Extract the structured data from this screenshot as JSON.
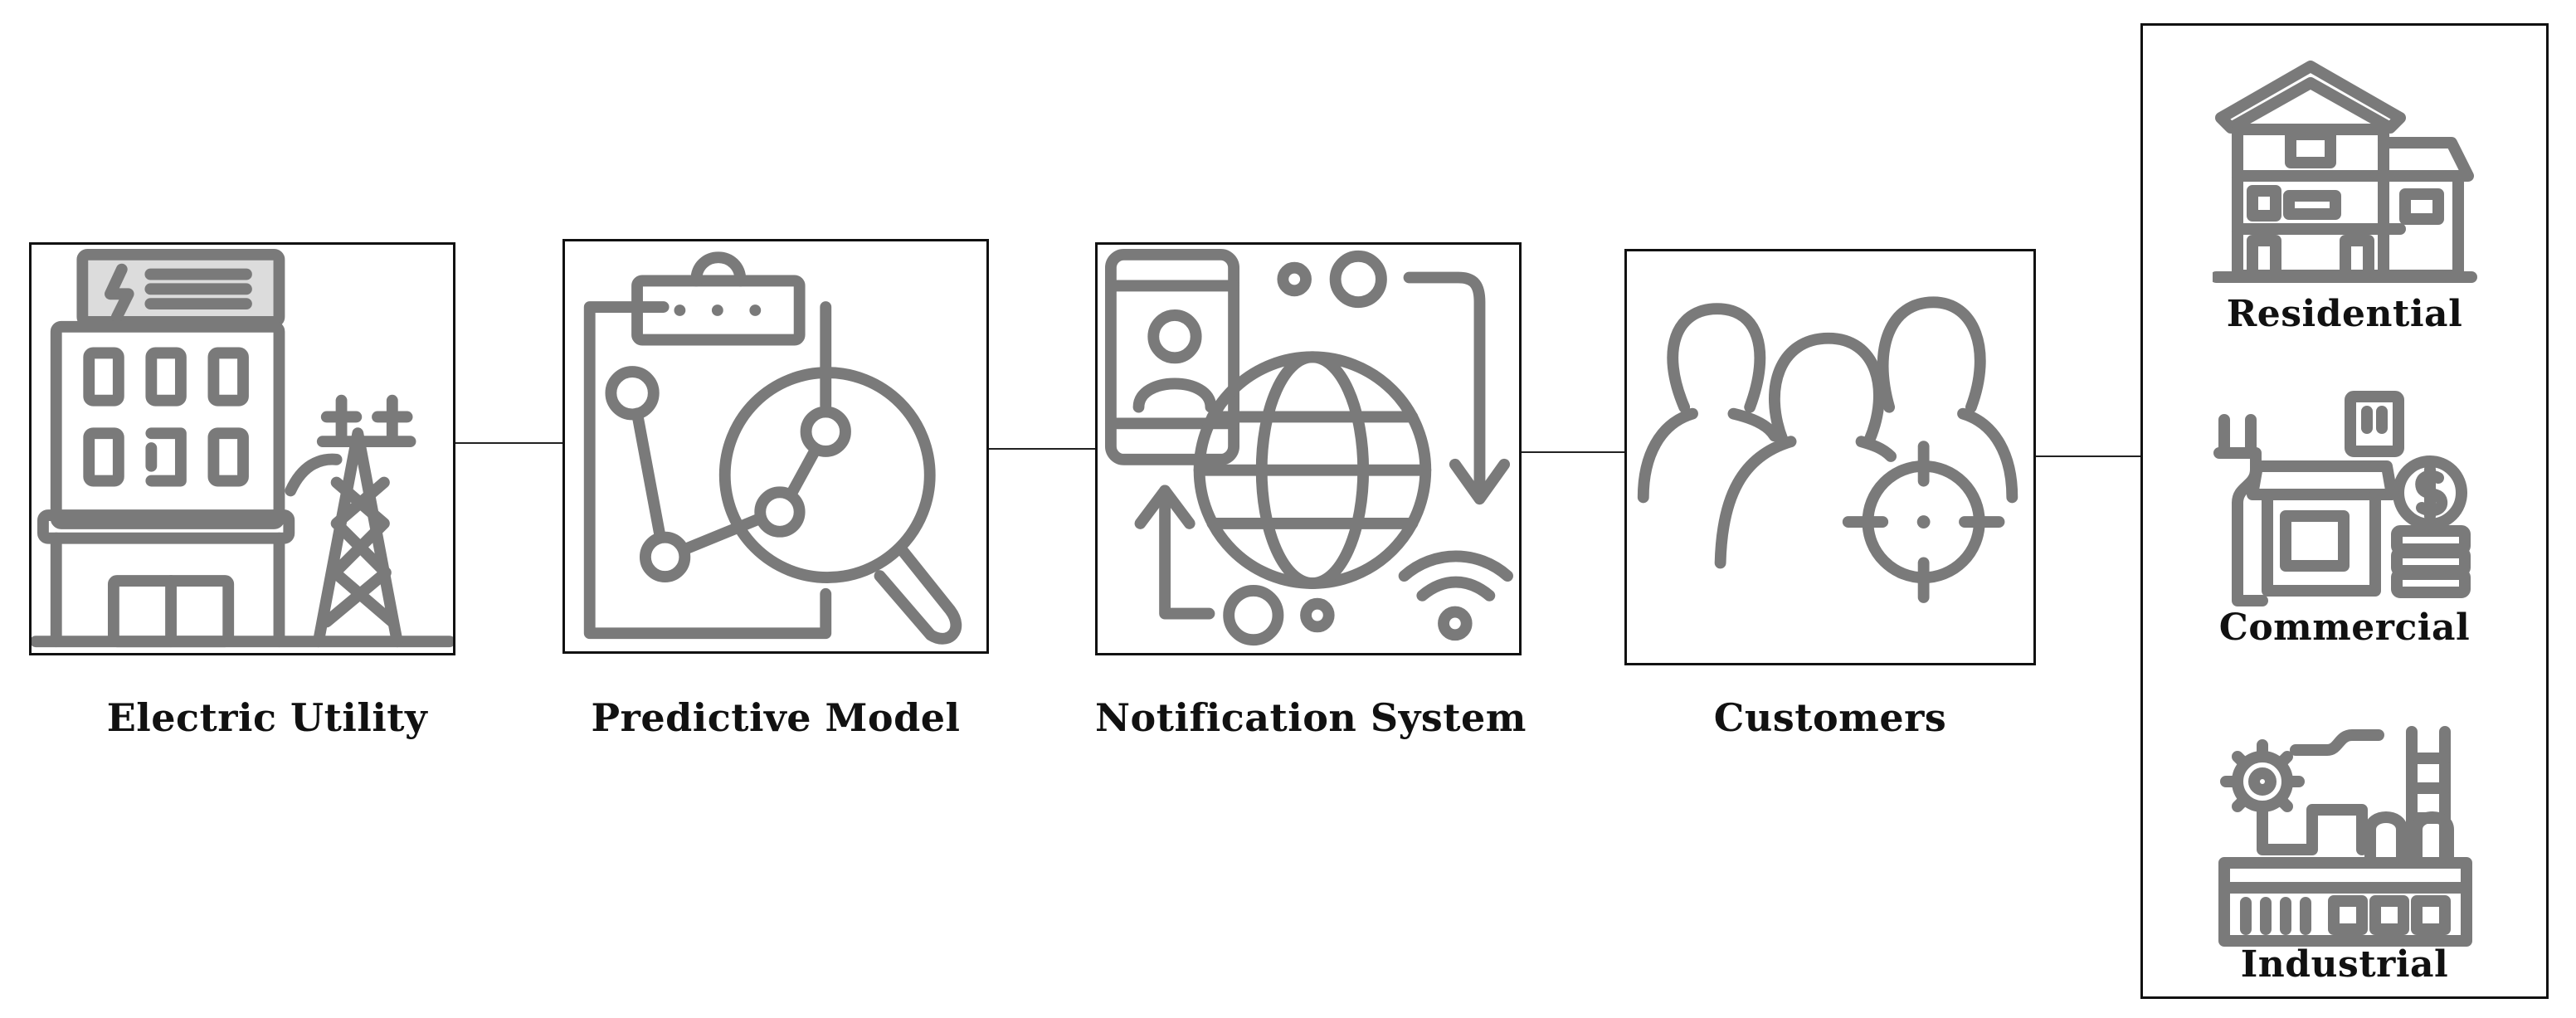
{
  "nodes": [
    {
      "id": "electric-utility",
      "label": "Electric Utility"
    },
    {
      "id": "predictive-model",
      "label": "Predictive Model"
    },
    {
      "id": "notification-system",
      "label": "Notification System"
    },
    {
      "id": "customers",
      "label": "Customers"
    }
  ],
  "segments": [
    {
      "id": "residential",
      "label": "Residential"
    },
    {
      "id": "commercial",
      "label": "Commercial"
    },
    {
      "id": "industrial",
      "label": "Industrial"
    }
  ],
  "icon_color": "#7a7a7a",
  "border_color": "#111111"
}
